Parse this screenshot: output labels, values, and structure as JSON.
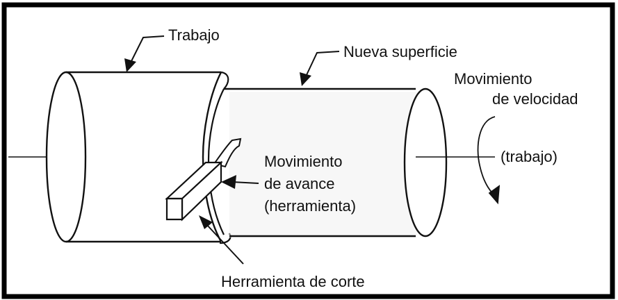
{
  "labels": {
    "work": "Trabajo",
    "new_surface": "Nueva superficie",
    "speed_motion_line1": "Movimiento",
    "speed_motion_line2": "de velocidad",
    "speed_motion_target": "(trabajo)",
    "feed_motion_line1": "Movimiento",
    "feed_motion_line2": "de avance",
    "feed_motion_target": "(herramienta)",
    "cutting_tool": "Herramienta de corte"
  },
  "colors": {
    "line": "#111111",
    "background": "#ffffff",
    "frame": "#000000"
  }
}
